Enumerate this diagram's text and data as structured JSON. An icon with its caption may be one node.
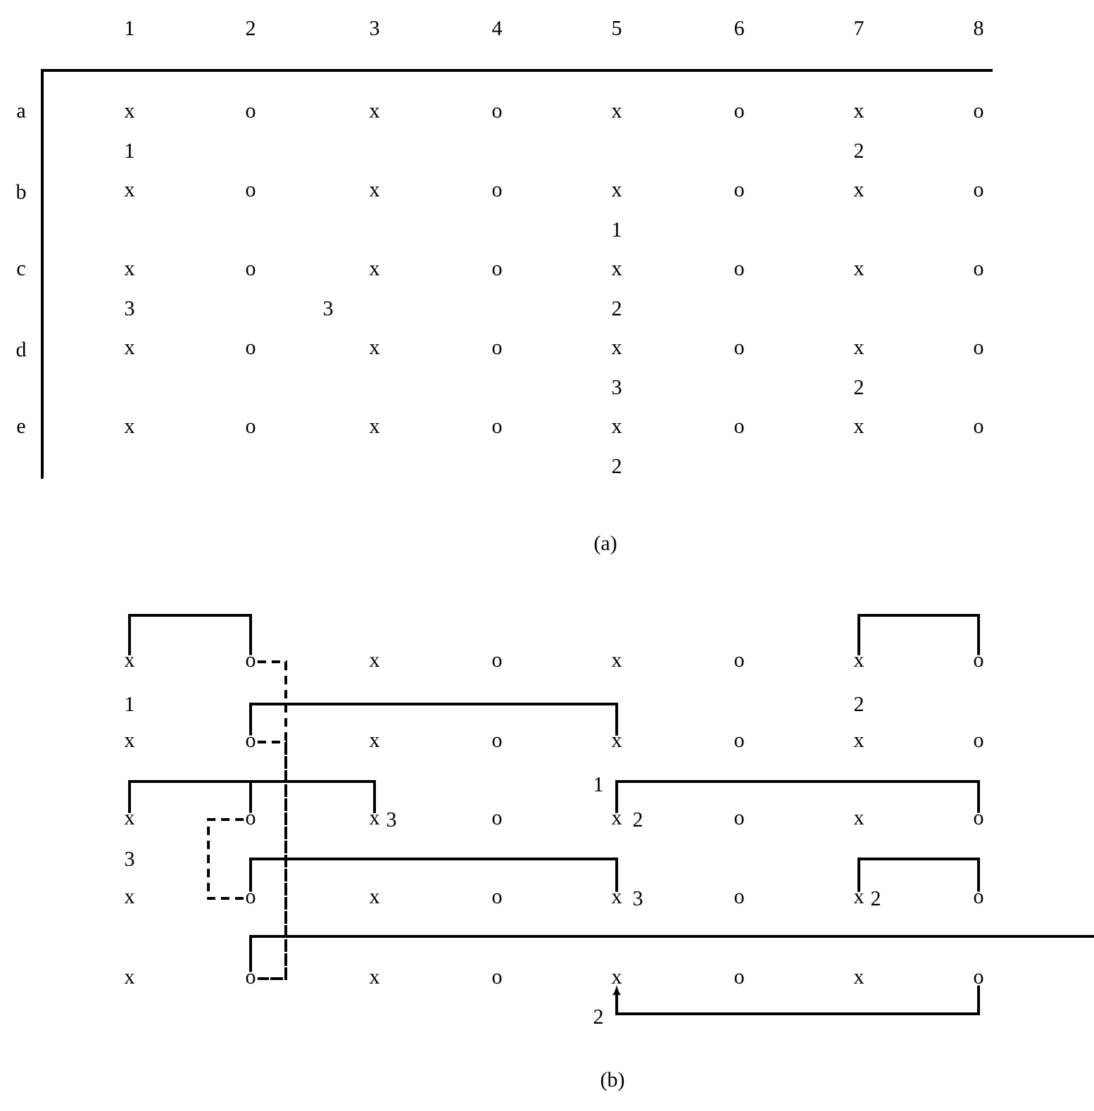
{
  "diagram": {
    "nodes": [
      {
        "text": [
          "x"
        ]
      },
      {
        "text": [
          "o"
        ]
      },
      {
        "text": [
          "x"
        ]
      },
      {
        "text": [
          "o"
        ]
      },
      {
        "text": [
          "x"
        ]
      },
      {
        "text": [
          "o"
        ]
      },
      {
        "text": [
          "x"
        ]
      },
      {
        "text": [
          "o"
        ]
      },
      {
        "text": [
          "x"
        ]
      },
      {
        "text": [
          "o"
        ]
      },
      {
        "text": [
          "x"
        ]
      },
      {
        "text": [
          "o"
        ]
      },
      {
        "text": [
          "x"
        ]
      },
      {
        "text": [
          "o"
        ]
      },
      {
        "text": [
          "x"
        ]
      },
      {
        "text": [
          "o"
        ]
      },
      {
        "text": [
          "x"
        ]
      },
      {
        "text": [
          "o"
        ]
      },
      {
        "text": [
          "x"
        ]
      },
      {
        "text": [
          "o"
        ]
      },
      {
        "text": [
          "x"
        ]
      },
      {
        "text": [
          "o"
        ]
      },
      {
        "text": [
          "x"
        ]
      },
      {
        "text": [
          "o"
        ]
      },
      {
        "text": [
          "x"
        ]
      },
      {
        "text": [
          "o"
        ]
      },
      {
        "text": [
          "x"
        ]
      },
      {
        "text": [
          "o"
        ]
      },
      {
        "text": [
          "x"
        ]
      },
      {
        "text": [
          "o"
        ]
      },
      {
        "text": [
          "x"
        ]
      },
      {
        "text": [
          "o"
        ]
      },
      {
        "text": [
          "x"
        ]
      },
      {
        "text": [
          "o"
        ]
      },
      {
        "text": [
          "x"
        ]
      },
      {
        "text": [
          "o"
        ]
      },
      {
        "text": [
          "x"
        ]
      },
      {
        "text": [
          "o"
        ]
      },
      {
        "text": [
          "x"
        ]
      },
      {
        "text": [
          "o"
        ]
      }
    ],
    "edges": [
      {
        "from": 0,
        "to": 1,
        "arrow": "none"
      },
      {
        "from": 6,
        "to": 7,
        "arrow": "none"
      },
      {
        "from": 1,
        "to": 33,
        "arrow": "none",
        "style": "dashed"
      },
      {
        "from": 9,
        "to": 33,
        "arrow": "none",
        "style": "dashed"
      },
      {
        "from": 9,
        "to": 12,
        "arrow": "none"
      },
      {
        "from": 16,
        "to": 18,
        "arrow": "none"
      },
      {
        "from": 17,
        "to": 18,
        "arrow": "none"
      },
      {
        "from": 17,
        "to": 25,
        "arrow": "none",
        "style": "dashed"
      },
      {
        "from": 20,
        "to": 23,
        "arrow": "none"
      },
      {
        "from": 25,
        "to": 28,
        "arrow": "none"
      },
      {
        "from": 30,
        "to": 31,
        "arrow": "none"
      },
      {
        "from": 33,
        "to": null,
        "arrow": "none"
      },
      {
        "from": 39,
        "to": 36,
        "arrow": "to"
      }
    ],
    "labels": [
      "1",
      "2",
      "3",
      "4",
      "5",
      "6",
      "7",
      "8",
      "a",
      "x",
      "o",
      "x",
      "o",
      "x",
      "o",
      "x",
      "o",
      "1",
      "2",
      "b",
      "x",
      "o",
      "x",
      "o",
      "x",
      "o",
      "x",
      "o",
      "1",
      "c",
      "x",
      "o",
      "x",
      "o",
      "x",
      "o",
      "x",
      "o",
      "3",
      "3",
      "2",
      "d",
      "x",
      "o",
      "x",
      "o",
      "x",
      "o",
      "x",
      "o",
      "3",
      "2",
      "e",
      "x",
      "o",
      "x",
      "o",
      "x",
      "o",
      "x",
      "o",
      "2",
      "(a)",
      "1",
      "2",
      "1",
      "3",
      "2",
      "3",
      "3",
      "2",
      "2",
      "(b)"
    ]
  }
}
